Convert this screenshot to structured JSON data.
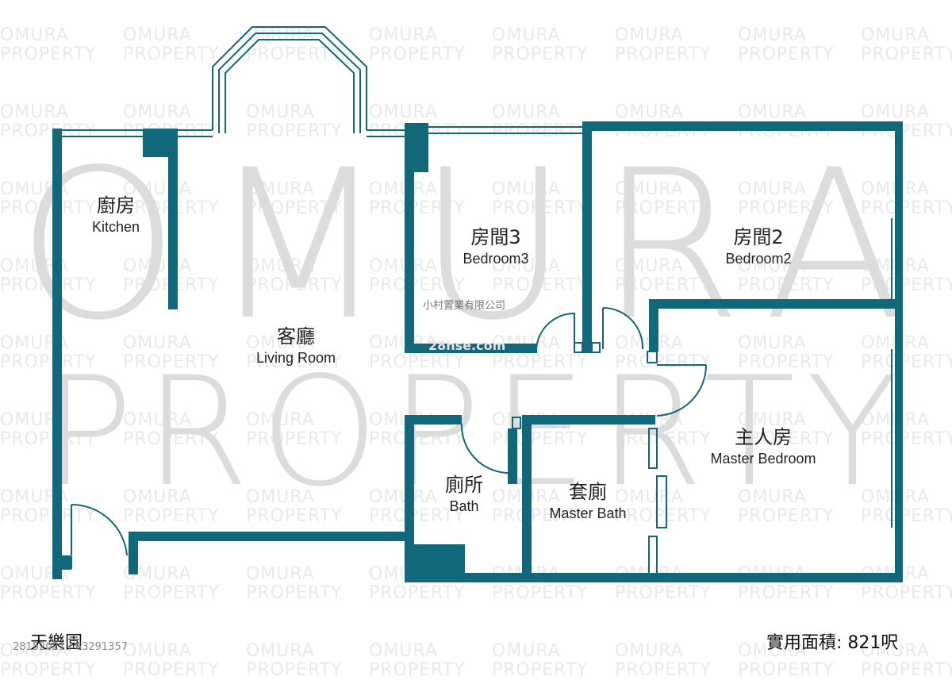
{
  "watermark": {
    "tile_line1": "OMURA",
    "tile_line2": "PROPERTY",
    "big_line1": "OMURA",
    "big_line2": "PROPERTY",
    "company_cn": "小村置業有限公司",
    "faint_site": "28hse.com"
  },
  "rooms": {
    "kitchen": {
      "zh": "廚房",
      "en": "Kitchen"
    },
    "living": {
      "zh": "客廳",
      "en": "Living Room"
    },
    "bedroom3": {
      "zh": "房間3",
      "en": "Bedroom3"
    },
    "bedroom2": {
      "zh": "房間2",
      "en": "Bedroom2"
    },
    "master_bedroom": {
      "zh": "主人房",
      "en": "Master Bedroom"
    },
    "bath": {
      "zh": "廁所",
      "en": "Bath"
    },
    "master_bath": {
      "zh": "套廁",
      "en": "Master Bath"
    }
  },
  "footer": {
    "estate_name": "天樂園",
    "phone": "28152021 / 63291357",
    "area_label": "實用面積:",
    "area_value": "821呎"
  },
  "colors": {
    "wall": "#10687a",
    "window": "#10687a",
    "background": "#ffffff",
    "watermark": "#dcdcdc"
  }
}
